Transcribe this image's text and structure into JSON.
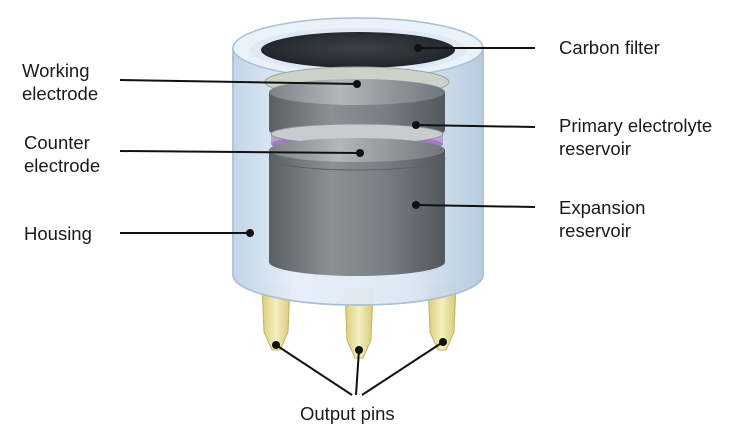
{
  "diagram": {
    "labels": {
      "carbon_filter": "Carbon filter",
      "working_electrode": [
        "Working",
        "electrode"
      ],
      "counter_electrode": [
        "Counter",
        "electrode"
      ],
      "housing": "Housing",
      "primary_electrolyte_reservoir": [
        "Primary electrolyte",
        "reservoir"
      ],
      "expansion_reservoir": [
        "Expansion",
        "reservoir"
      ],
      "output_pins": "Output pins"
    },
    "colors": {
      "housing_tint": "#d4e4f2",
      "housing_edge": "#b7cbe0",
      "filter": "#2b2f36",
      "reservoir_light": "#a4a8ad",
      "reservoir_dark": "#676c72",
      "counter_band": "#9a6fc4",
      "pin": "#ece3a2",
      "leader": "#111111"
    }
  }
}
